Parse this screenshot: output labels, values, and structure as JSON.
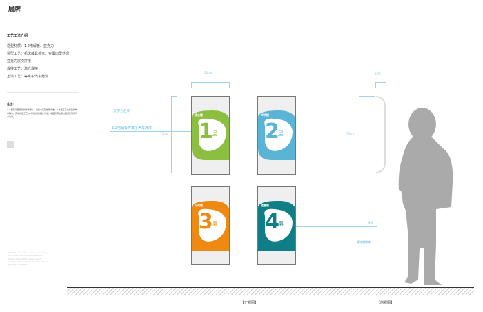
{
  "title": "层牌",
  "section_title": "工艺工法介绍",
  "specs": [
    "造型材质：1.2电解板、亚克力",
    "造型工艺：机床裁具折弯、金属凹型处理",
    "亚克力层次拼接",
    "焊接工艺：激光焊接",
    "上漆工艺：等离子汽车烤漆"
  ],
  "note_title": "备注：",
  "note_text": "1.本图所示图形仅供参考确认，最终以实际效果为准。2.本图工艺内容仅供参考确认，具体详细工艺以材料供应商确认为准。本图所有数据以图纸及现场尺寸为准。",
  "faint_text": "The full name of an object depends on its context and intended use; the design follows the overall visual identity of the signage system and its guiding principles.",
  "annotations": {
    "silk": "文字为丝印",
    "steel": "1.2电解板等离子汽车烤漆",
    "side_a": "丝印",
    "side_b": "镀锌钢烤漆"
  },
  "dims": {
    "width": "35cm",
    "height": "75cm",
    "depth": "8cm",
    "side_height": "75cm"
  },
  "signs": [
    {
      "name": "综合楼",
      "num": "1",
      "ceng": "层",
      "color": "#8cbf3f"
    },
    {
      "name": "学术楼",
      "num": "2",
      "ceng": "层",
      "color": "#5ab4d6"
    },
    {
      "name": "行政楼",
      "num": "3",
      "ceng": "层",
      "color": "#ee8a12"
    },
    {
      "name": "信息楼",
      "num": "4",
      "ceng": "层",
      "color": "#0f7e86"
    }
  ],
  "views": {
    "front": "【正视图】",
    "side": "【侧视图】"
  }
}
